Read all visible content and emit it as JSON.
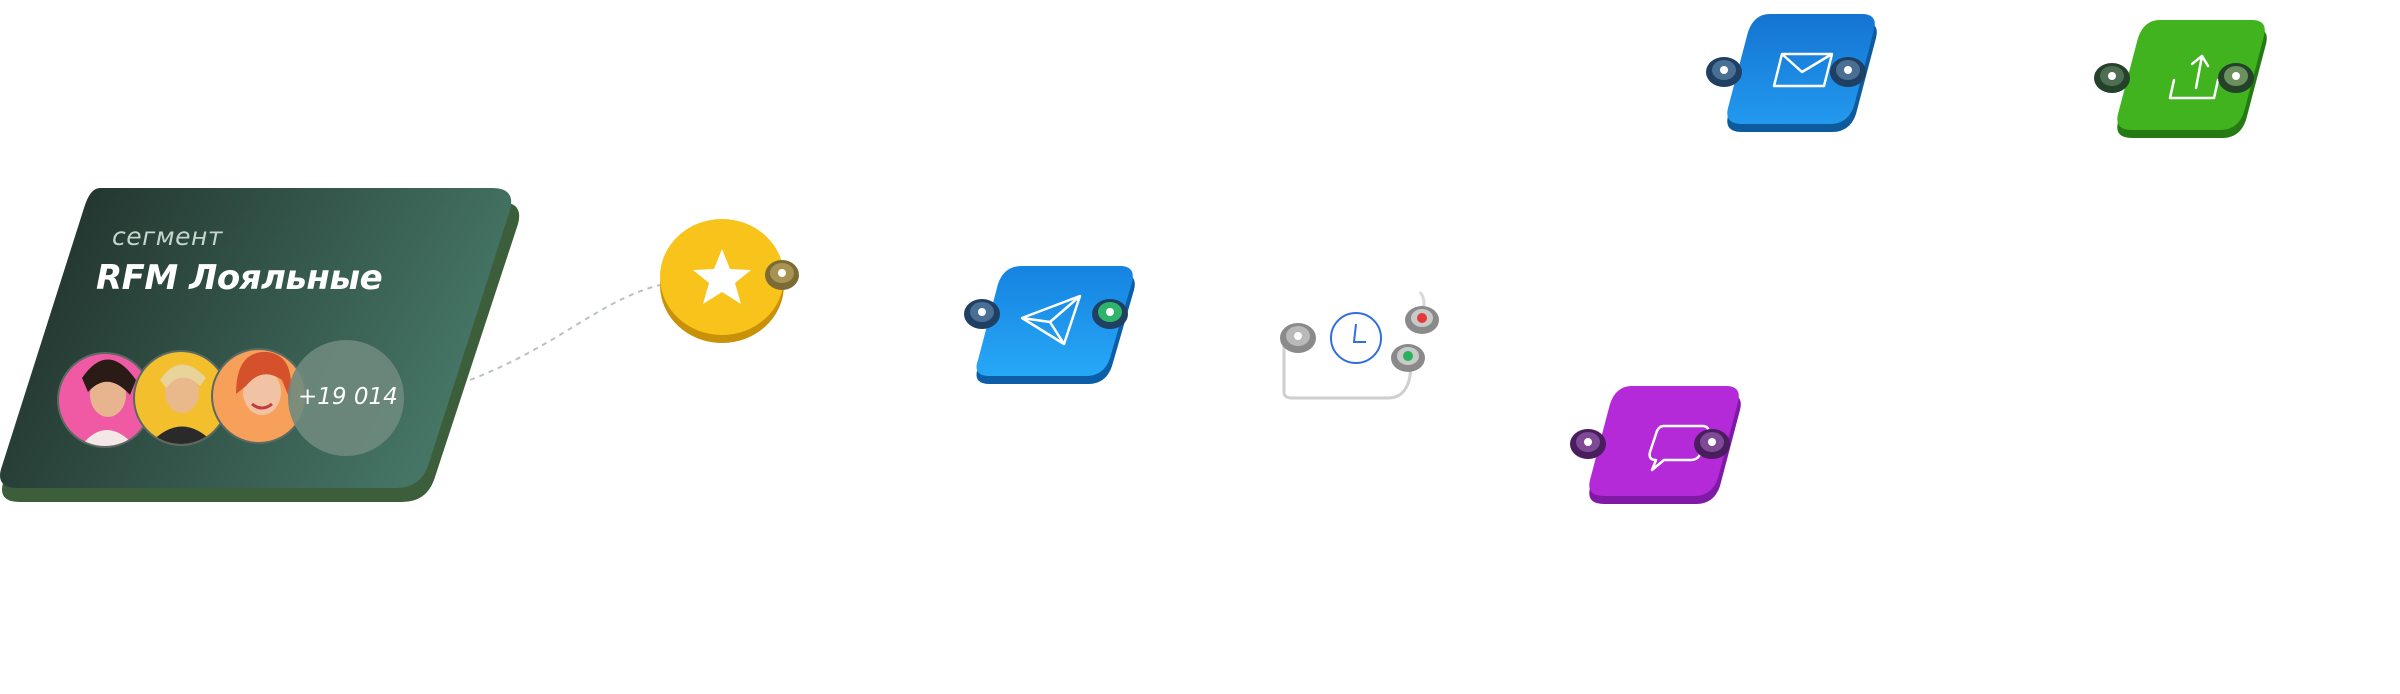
{
  "segment": {
    "kind_label": "сегмент",
    "name": "RFM Лояльные",
    "avatars": [
      "avatar-pink",
      "avatar-yellow",
      "avatar-orange"
    ],
    "more_count": "+19 014"
  },
  "nodes": [
    {
      "id": "trigger",
      "icon": "star-icon",
      "color": "#f6c01c"
    },
    {
      "id": "telegram",
      "icon": "paper-plane-icon",
      "color": "#1f9bee"
    },
    {
      "id": "wait",
      "icon": "clock-icon",
      "color": "#2f6fe0"
    },
    {
      "id": "sms",
      "icon": "chat-bubble-icon",
      "color": "#b028dc"
    },
    {
      "id": "email",
      "icon": "envelope-icon",
      "color": "#1a88e6"
    },
    {
      "id": "export",
      "icon": "upload-icon",
      "color": "#3fb51e"
    }
  ],
  "colors": {
    "card_dark": "#1d2b26",
    "card_light": "#3f6b5d",
    "port_green": "#27b15a",
    "port_red": "#e23a3a"
  }
}
